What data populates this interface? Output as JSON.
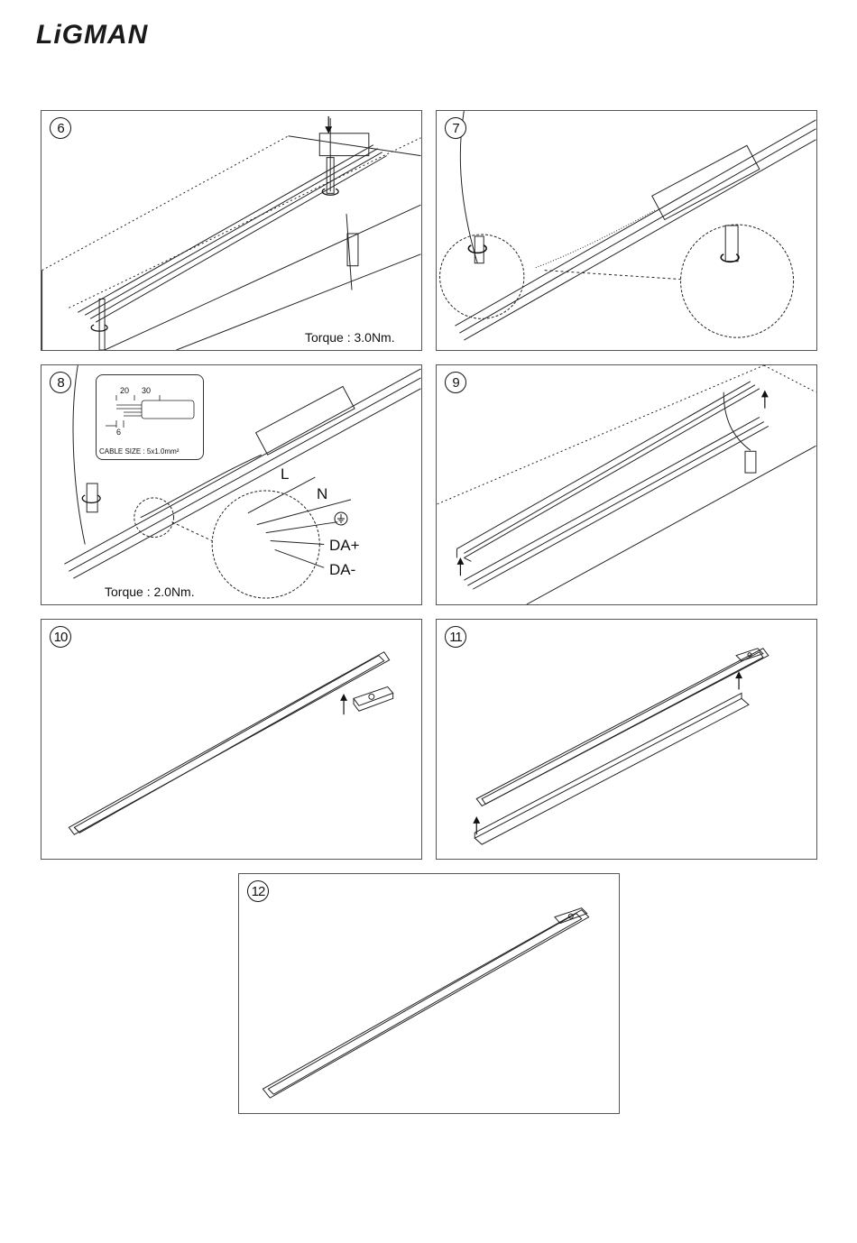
{
  "brand": {
    "name": "LiGMAN"
  },
  "steps": [
    {
      "number": "6",
      "caption": "Torque : 3.0Nm."
    },
    {
      "number": "7",
      "caption": ""
    },
    {
      "number": "8",
      "caption": "Torque : 2.0Nm.",
      "cable": {
        "dim_a": "20",
        "dim_b": "30",
        "dim_c": "6",
        "size_label": "CABLE SIZE : 5x1.0mm²"
      },
      "wires": {
        "l": "L",
        "n": "N",
        "da_plus": "DA+",
        "da_minus": "DA-"
      }
    },
    {
      "number": "9",
      "caption": ""
    },
    {
      "number": "10",
      "caption": ""
    },
    {
      "number": "11",
      "caption": ""
    },
    {
      "number": "12",
      "caption": ""
    }
  ],
  "icons": [
    "screwdriver-icon",
    "rotate-arrow-icon",
    "up-arrow-icon",
    "down-arrow-icon",
    "ground-symbol-icon"
  ]
}
